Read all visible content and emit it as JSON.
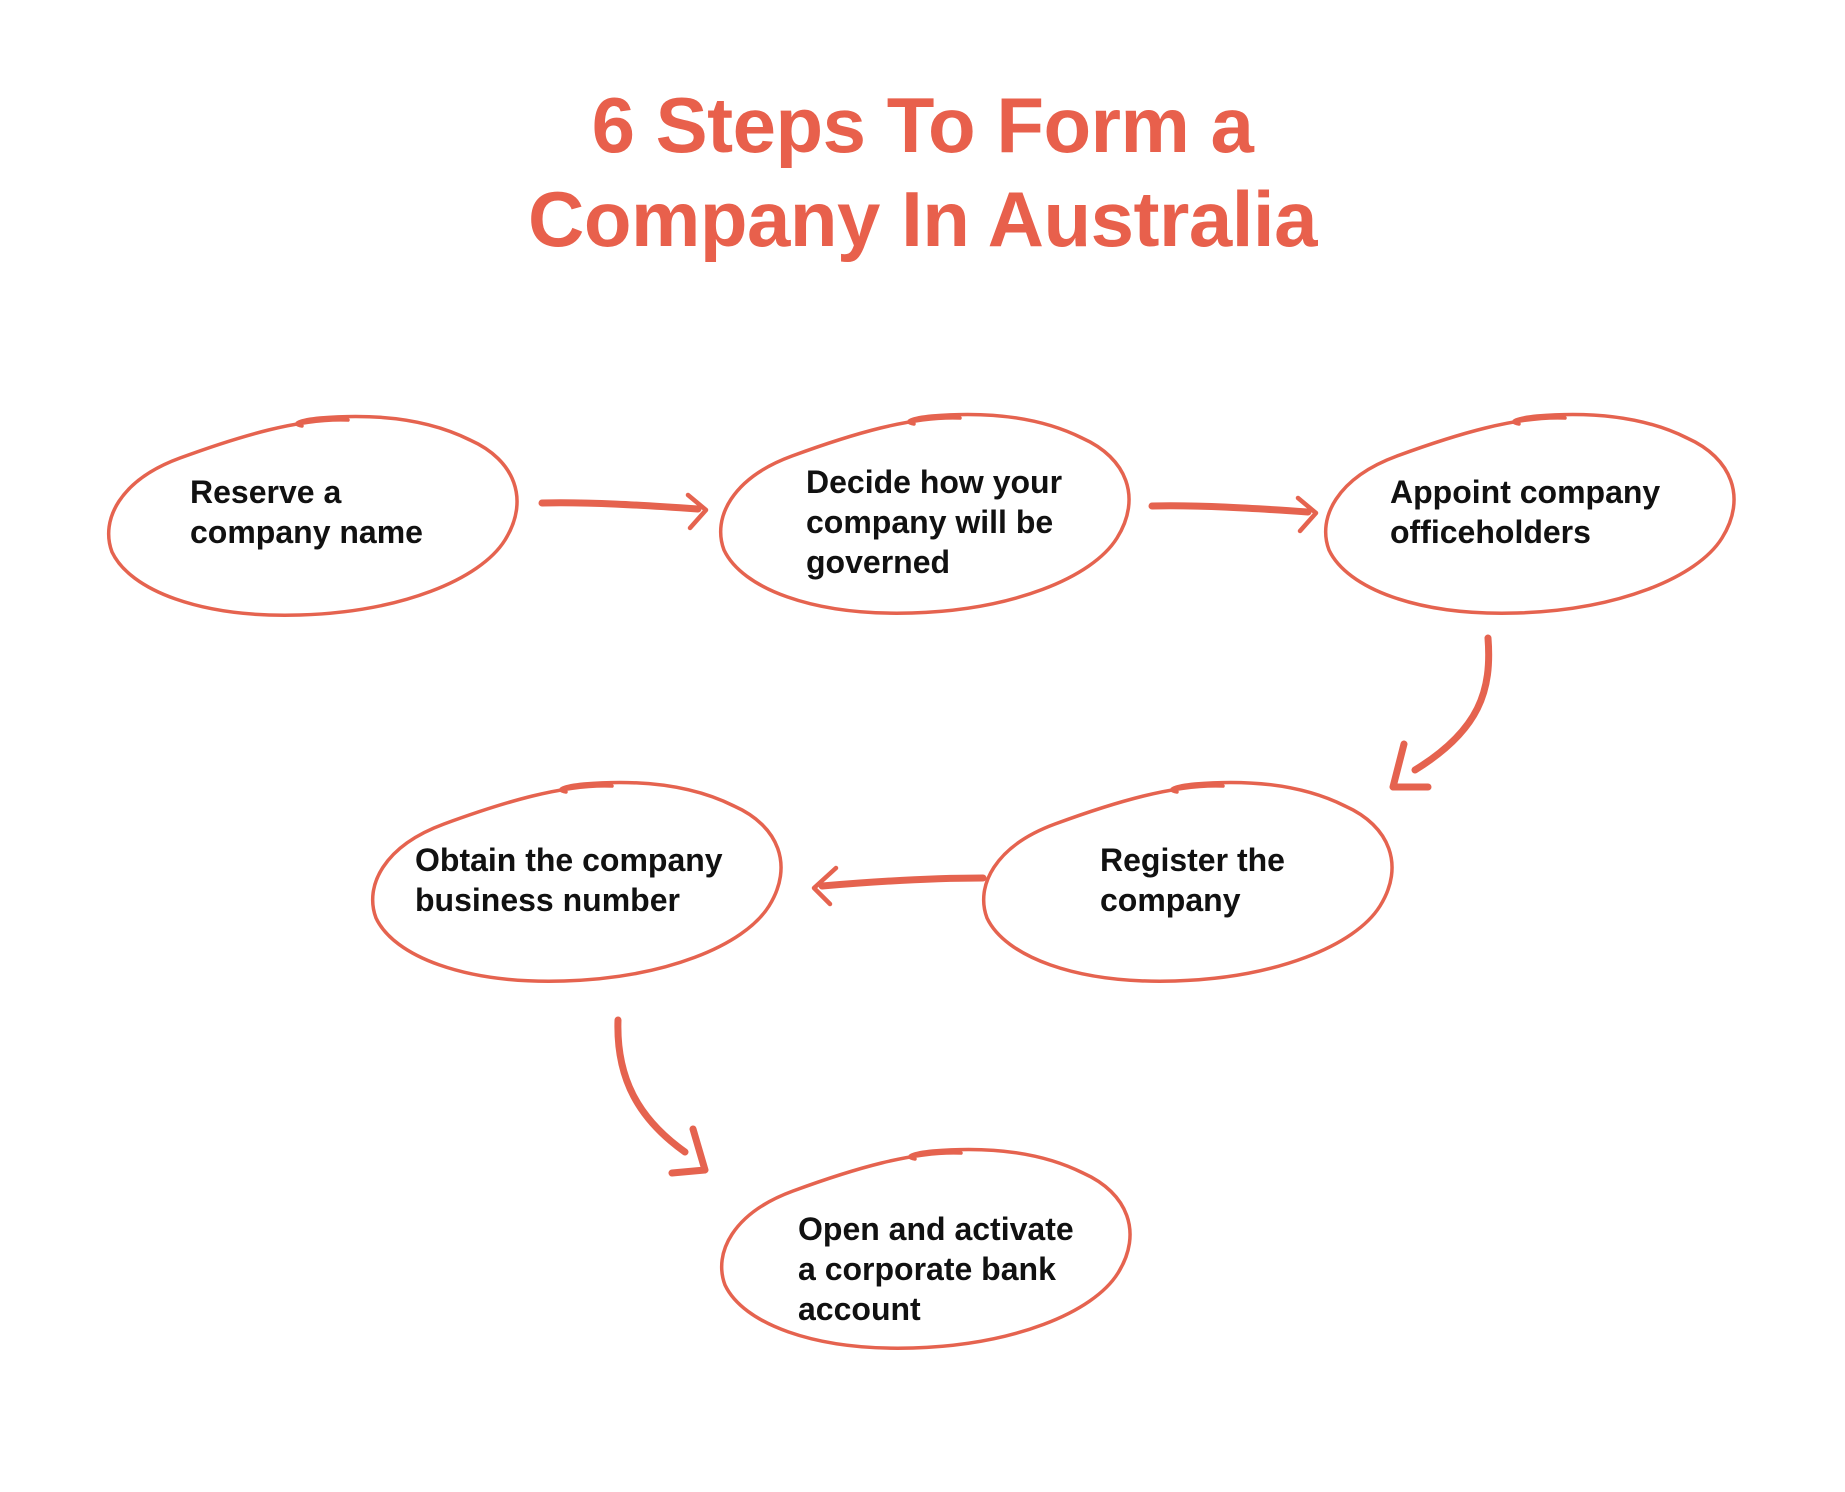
{
  "title": {
    "lines": [
      "6 Steps To Form a",
      "Company In Australia"
    ]
  },
  "colors": {
    "accent": "#E5634F",
    "text": "#111111",
    "background": "#FFFFFF"
  },
  "steps": [
    {
      "order": 1,
      "lines": [
        "Reserve a",
        "company name"
      ]
    },
    {
      "order": 2,
      "lines": [
        "Decide how your",
        "company will be",
        "governed"
      ]
    },
    {
      "order": 3,
      "lines": [
        "Appoint company",
        "officeholders"
      ]
    },
    {
      "order": 4,
      "lines": [
        "Register the",
        "company"
      ]
    },
    {
      "order": 5,
      "lines": [
        "Obtain the company",
        "business number"
      ]
    },
    {
      "order": 6,
      "lines": [
        "Open and activate",
        "a corporate bank",
        "account"
      ]
    }
  ],
  "connections": [
    {
      "from": 1,
      "to": 2,
      "icon": "arrow-right-icon"
    },
    {
      "from": 2,
      "to": 3,
      "icon": "arrow-right-icon"
    },
    {
      "from": 3,
      "to": 4,
      "icon": "curved-arrow-down-left-icon"
    },
    {
      "from": 4,
      "to": 5,
      "icon": "arrow-left-icon"
    },
    {
      "from": 5,
      "to": 6,
      "icon": "curved-arrow-down-right-icon"
    }
  ]
}
